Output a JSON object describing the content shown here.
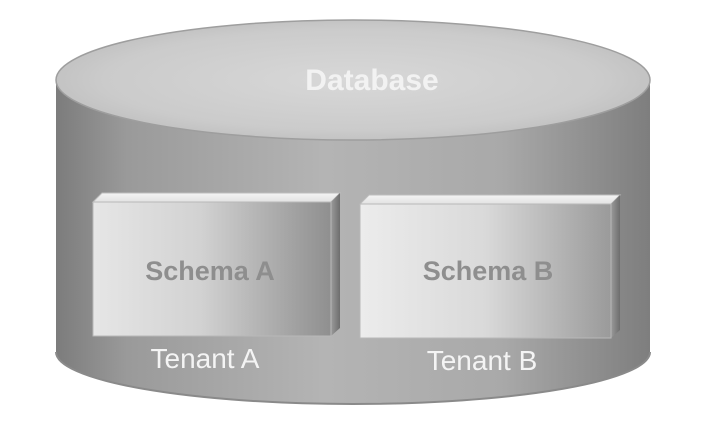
{
  "database": {
    "label": "Database"
  },
  "schemas": [
    {
      "label": "Schema A",
      "tenant": "Tenant A"
    },
    {
      "label": "Schema B",
      "tenant": "Tenant B"
    }
  ]
}
